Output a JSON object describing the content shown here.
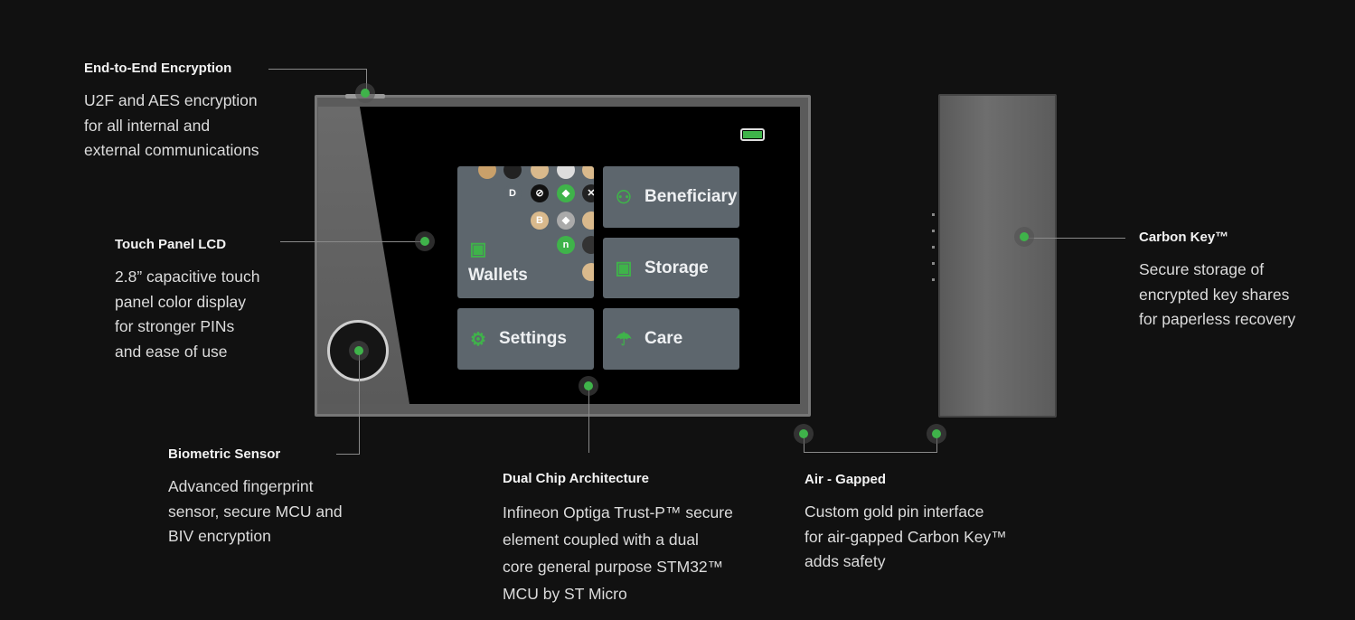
{
  "device": {
    "tiles": [
      {
        "label": "Wallets",
        "icon": "wallet-icon"
      },
      {
        "label": "Beneficiary",
        "icon": "people-icon"
      },
      {
        "label": "Storage",
        "icon": "safe-icon"
      },
      {
        "label": "Settings",
        "icon": "gear-icon"
      },
      {
        "label": "Care",
        "icon": "umbrella-icon"
      }
    ],
    "accent": "#3fb34a"
  },
  "callouts": {
    "e2e": {
      "title": "End-to-End Encryption",
      "desc": "U2F and AES encryption\nfor all internal and\nexternal communications"
    },
    "touch": {
      "title": "Touch Panel LCD",
      "desc": "2.8” capacitive touch\npanel color display\nfor stronger PINs\nand ease of use"
    },
    "bio": {
      "title": "Biometric Sensor",
      "desc": "Advanced fingerprint\nsensor, secure MCU and\nBIV encryption"
    },
    "chip": {
      "title": "Dual Chip Architecture",
      "desc": "Infineon Optiga Trust-P™ secure\nelement coupled with a dual\ncore general purpose STM32™\nMCU by ST Micro"
    },
    "air": {
      "title": "Air - Gapped",
      "desc": "Custom gold pin interface\nfor air-gapped Carbon Key™\nadds safety"
    },
    "carbon": {
      "title": "Carbon Key™",
      "desc": "Secure storage of\nencrypted key shares\nfor paperless recovery"
    }
  }
}
